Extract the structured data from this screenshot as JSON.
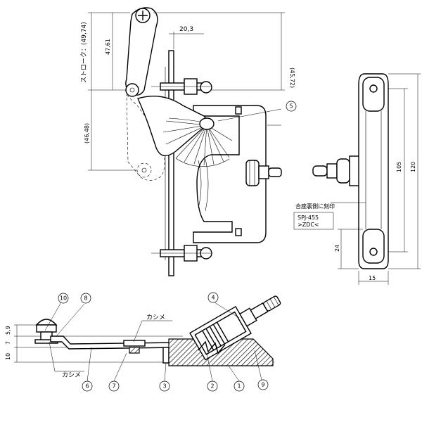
{
  "dimensions": {
    "top_width": "20,3",
    "stroke": "ストローク：(49,74)",
    "stroke_upper": "47,61",
    "right_upper": "(45,72)",
    "lower_left": "(46,48)",
    "height_inner": "105",
    "height_outer": "120",
    "height_bottom": "24",
    "width_bottom": "15",
    "side_small": "5,9",
    "side_mid": "7",
    "side_low": "10"
  },
  "labels": {
    "note_header": "合座裏側に刻印",
    "note_line1": "SPJ-455",
    "note_line2": ">ZDC<",
    "kashime_top": "カシメ",
    "kashime_bottom": "カシメ"
  },
  "callouts": [
    "5",
    "10",
    "8",
    "4",
    "6",
    "7",
    "3",
    "2",
    "1",
    "9"
  ]
}
